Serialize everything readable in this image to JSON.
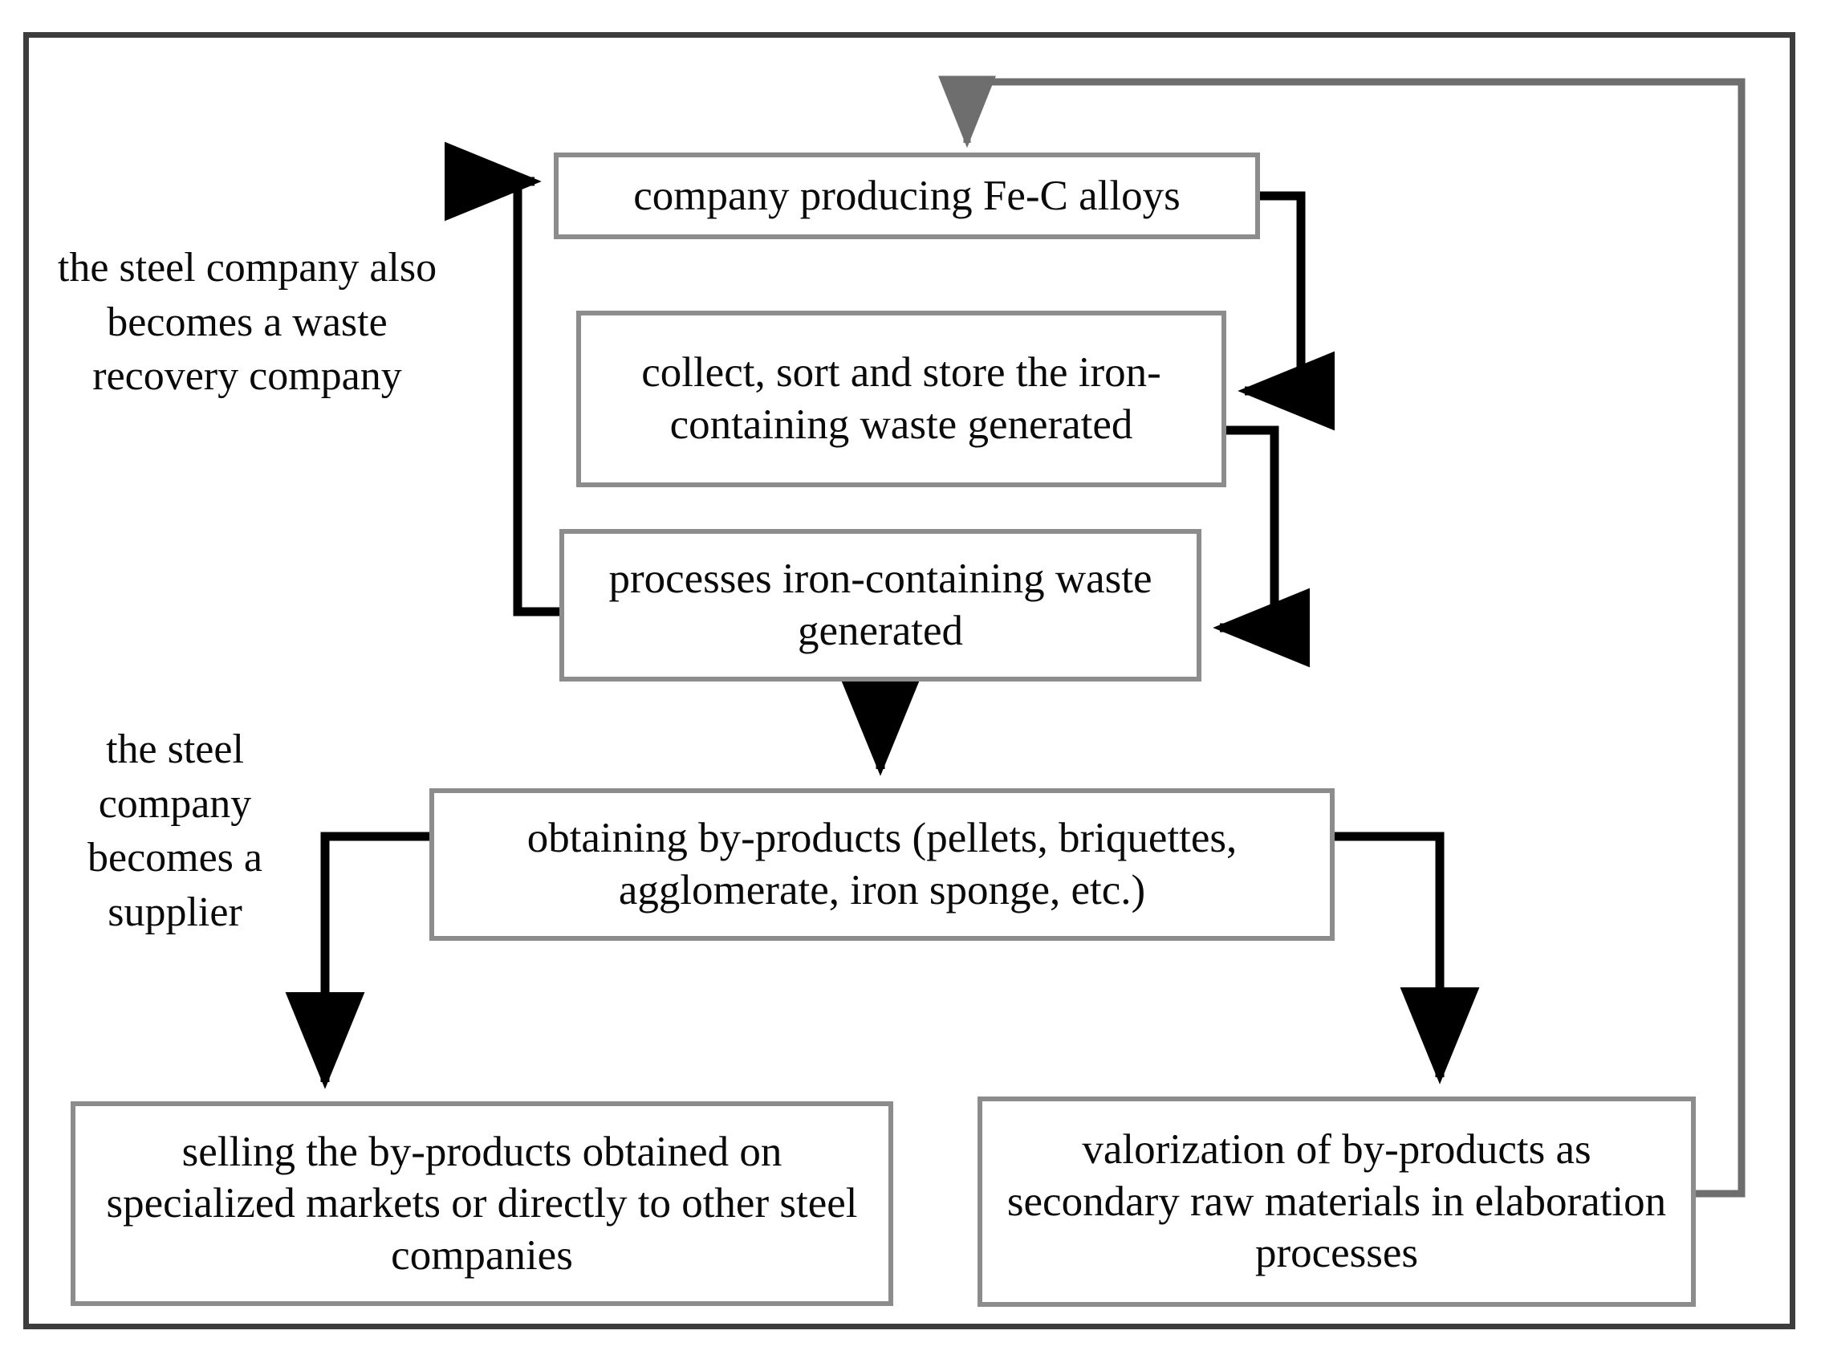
{
  "diagram": {
    "title": "steel company circular economy flow diagram",
    "colors": {
      "frame": "#3d3d3d",
      "node_border": "#8c8c8c",
      "connector_black": "#000000",
      "connector_gray": "#6e6e6e",
      "background": "#ffffff",
      "text": "#0a0a0a"
    },
    "captions": [
      {
        "id": "recovery",
        "text": "the steel company also becomes a waste recovery company"
      },
      {
        "id": "supplier",
        "text": "the steel company becomes a supplier"
      }
    ],
    "nodes": [
      {
        "id": "producer",
        "label": "company producing Fe-C alloys"
      },
      {
        "id": "collect",
        "label": "collect, sort and store the iron-containing waste generated"
      },
      {
        "id": "processes",
        "label": "processes iron-containing waste generated"
      },
      {
        "id": "obtaining",
        "label": "obtaining by-products (pellets, briquettes, agglomerate, iron sponge, etc.)"
      },
      {
        "id": "selling",
        "label": "selling the by-products obtained on specialized markets or directly to other steel companies"
      },
      {
        "id": "valorization",
        "label": "valorization of by-products as secondary raw materials in elaboration processes"
      }
    ],
    "edges": [
      {
        "id": "producer-to-collect",
        "from": "producer",
        "to": "collect",
        "style": "black"
      },
      {
        "id": "collect-to-processes",
        "from": "collect",
        "to": "processes",
        "style": "black"
      },
      {
        "id": "processes-to-producer",
        "from": "processes",
        "to": "producer",
        "style": "black"
      },
      {
        "id": "processes-to-obtaining",
        "from": "processes",
        "to": "obtaining",
        "style": "black"
      },
      {
        "id": "obtaining-to-selling",
        "from": "obtaining",
        "to": "selling",
        "style": "black"
      },
      {
        "id": "obtaining-to-valorization",
        "from": "obtaining",
        "to": "valorization",
        "style": "black"
      },
      {
        "id": "valorization-to-producer",
        "from": "valorization",
        "to": "producer",
        "style": "gray"
      }
    ]
  }
}
